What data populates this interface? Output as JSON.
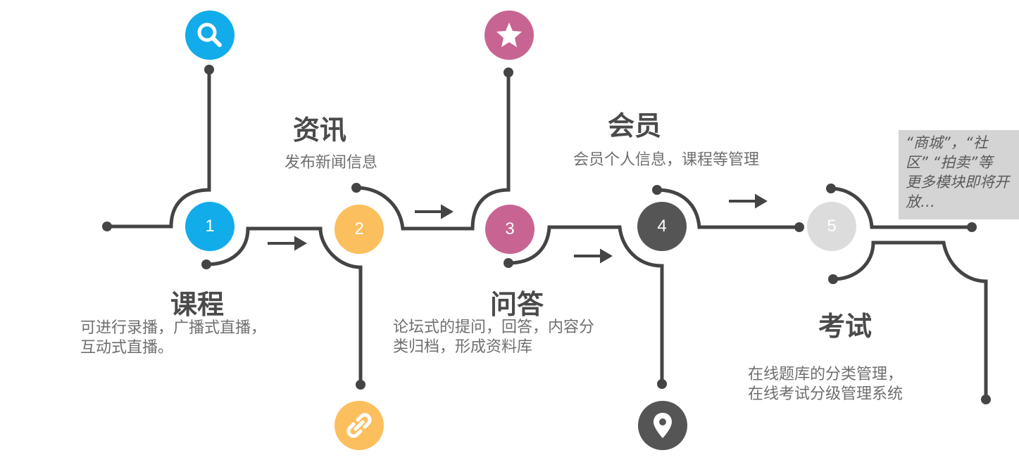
{
  "steps": [
    {
      "num": "1",
      "title": "课程",
      "desc1": "可进行录播，广播式直播，",
      "desc2": "互动式直播。",
      "color": "#12aceb",
      "icon": "search-icon"
    },
    {
      "num": "2",
      "title": "资讯",
      "desc1": "发布新闻信息",
      "color": "#fcbf5d",
      "icon": "link-icon"
    },
    {
      "num": "3",
      "title": "问答",
      "desc1": "论坛式的提问，回答，内容分",
      "desc2": "类归档，形成资料库",
      "color": "#c86491",
      "icon": "star-icon"
    },
    {
      "num": "4",
      "title": "会员",
      "desc1": "会员个人信息，课程等管理",
      "color": "#555555",
      "icon": "location-pin-icon"
    },
    {
      "num": "5",
      "title": "考试",
      "desc1": "在线题库的分类管理，",
      "desc2": "在线考试分级管理系统",
      "color": "#dcdcdc"
    }
  ],
  "note": {
    "line1": "“商城”，“社",
    "line2": "区” “拍卖”等",
    "line3": "更多模块即将开",
    "line4": "放…"
  },
  "colors": {
    "line": "#444444",
    "text": "#6f6f6f",
    "title": "#4a4a4a"
  }
}
